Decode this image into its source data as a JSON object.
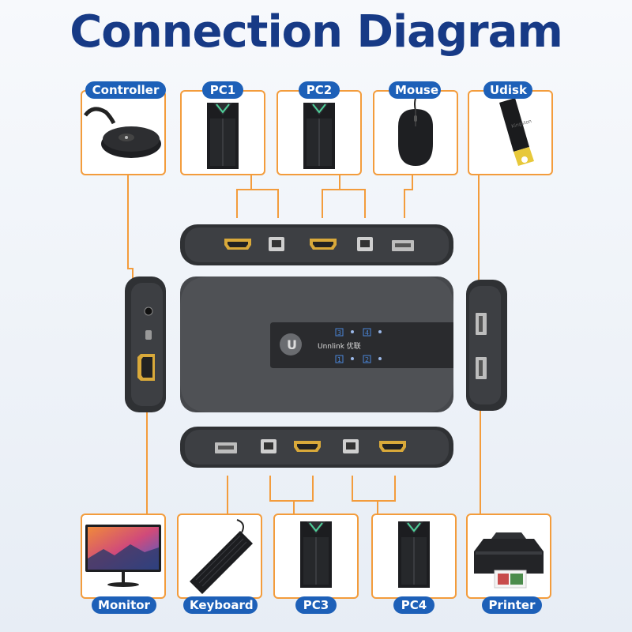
{
  "title": "Connection Diagram",
  "brand": "Unnlink 优联",
  "leds": [
    "3",
    "4",
    "1",
    "2"
  ],
  "devices_top": [
    {
      "label": "Controller",
      "icon": "controller-icon"
    },
    {
      "label": "PC1",
      "icon": "pc-tower-icon"
    },
    {
      "label": "PC2",
      "icon": "pc-tower-icon"
    },
    {
      "label": "Mouse",
      "icon": "mouse-icon"
    },
    {
      "label": "Udisk",
      "icon": "usb-drive-icon"
    }
  ],
  "devices_bottom": [
    {
      "label": "Monitor",
      "icon": "monitor-icon"
    },
    {
      "label": "Keyboard",
      "icon": "keyboard-icon"
    },
    {
      "label": "PC3",
      "icon": "pc-tower-icon"
    },
    {
      "label": "PC4",
      "icon": "pc-tower-icon"
    },
    {
      "label": "Printer",
      "icon": "printer-icon"
    }
  ],
  "colors": {
    "title": "#173a86",
    "label_bg": "#1d60b8",
    "connector_line": "#f39c3c",
    "hub_body": "#3a3c40",
    "hdmi_gold": "#d9a93a",
    "led_blue": "#4a86d8"
  }
}
